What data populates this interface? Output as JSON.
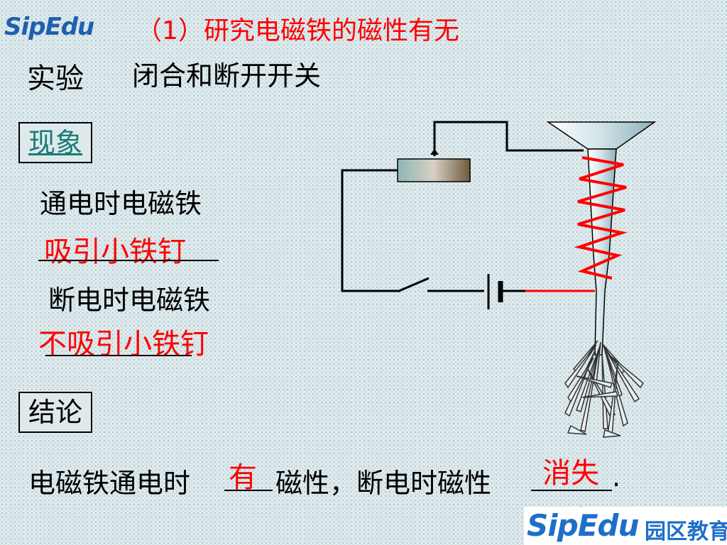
{
  "logo_top": "SipEdu",
  "title": "（1）研究电磁铁的磁性有无",
  "experiment": {
    "label": "实验",
    "text": "闭合和断开开关"
  },
  "phenomenon": {
    "label": "现象",
    "on_text": "通电时电磁铁",
    "on_answer": "吸引小铁钉",
    "off_text": "断电时电磁铁",
    "off_answer": "不吸引小铁钉"
  },
  "conclusion": {
    "label": "结论",
    "part1": "电磁铁通电时",
    "answer1": "有",
    "part2": "磁性，断电时磁性",
    "answer2": "消失",
    "end": "."
  },
  "footer_logo": {
    "latin": "SipEdu",
    "chinese": "园区教育"
  },
  "colors": {
    "answer": "#ff0000",
    "coil": "#ff0000",
    "accent_blue": "#1f6fc9",
    "phenomenon_label": "#1c7b79"
  }
}
